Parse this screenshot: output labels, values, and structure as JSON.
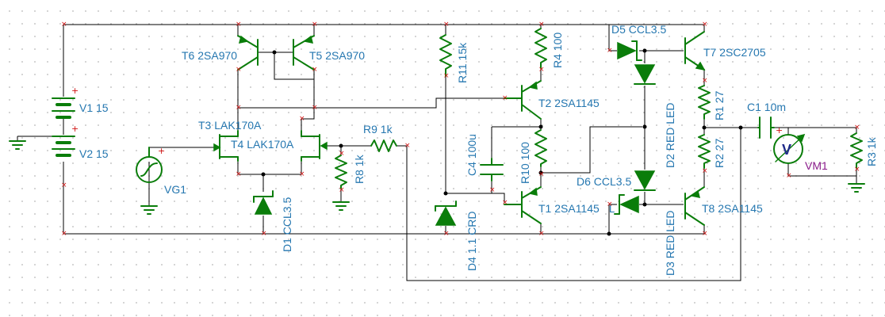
{
  "components": {
    "V1": "V1 15",
    "V2": "V2 15",
    "VG1": "VG1",
    "T6": "T6 2SA970",
    "T5": "T5 2SA970",
    "T3": "T3 LAK170A",
    "T4": "T4 LAK170A",
    "D1": "D1 CCL3.5",
    "R8": "R8 1k",
    "R9": "R9 1k",
    "R11": "R11 15k",
    "D4": "D4 1.1 CRD",
    "C4": "C4 100u",
    "R10": "R10 100",
    "R4": "R4 100",
    "T2": "T2 2SA1145",
    "T1": "T1 2SA1145",
    "D5": "D5 CCL3.5",
    "D6": "D6 CCL3.5",
    "D2": "D2 RED LED",
    "D3": "D3 RED LED",
    "T7": "T7 2SC2705",
    "T8": "T8 2SA1145",
    "R1": "R1 27",
    "R2": "R2 27",
    "C1": "C1 10m",
    "VM1": "VM1",
    "R3": "R3 1k"
  },
  "symbols": {
    "plus": "+",
    "meter_letter": "V",
    "ccl_mark": "L"
  },
  "colors": {
    "wire": "#000000",
    "component": "#0a7d0a",
    "label": "#2577b0",
    "meter_label": "#8a1a8a",
    "pin": "#d01010"
  }
}
